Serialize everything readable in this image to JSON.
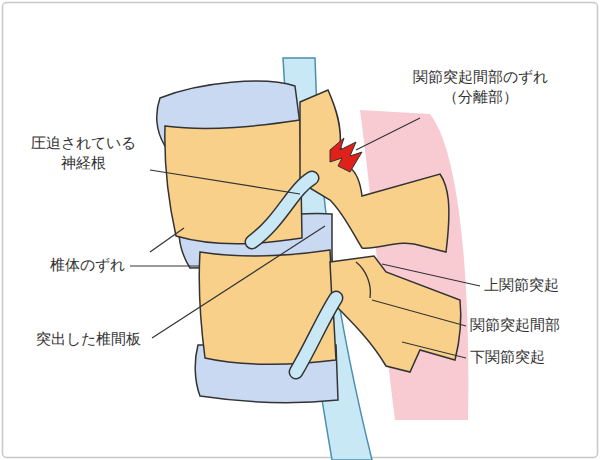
{
  "diagram": {
    "labels": [
      "関節突起間部のずれ （分離部）",
      "圧迫されている 神経根",
      "椎体のずれ",
      "突出した椎間板",
      "上関節突起",
      "関節突起間部",
      "下関節突起"
    ]
  }
}
